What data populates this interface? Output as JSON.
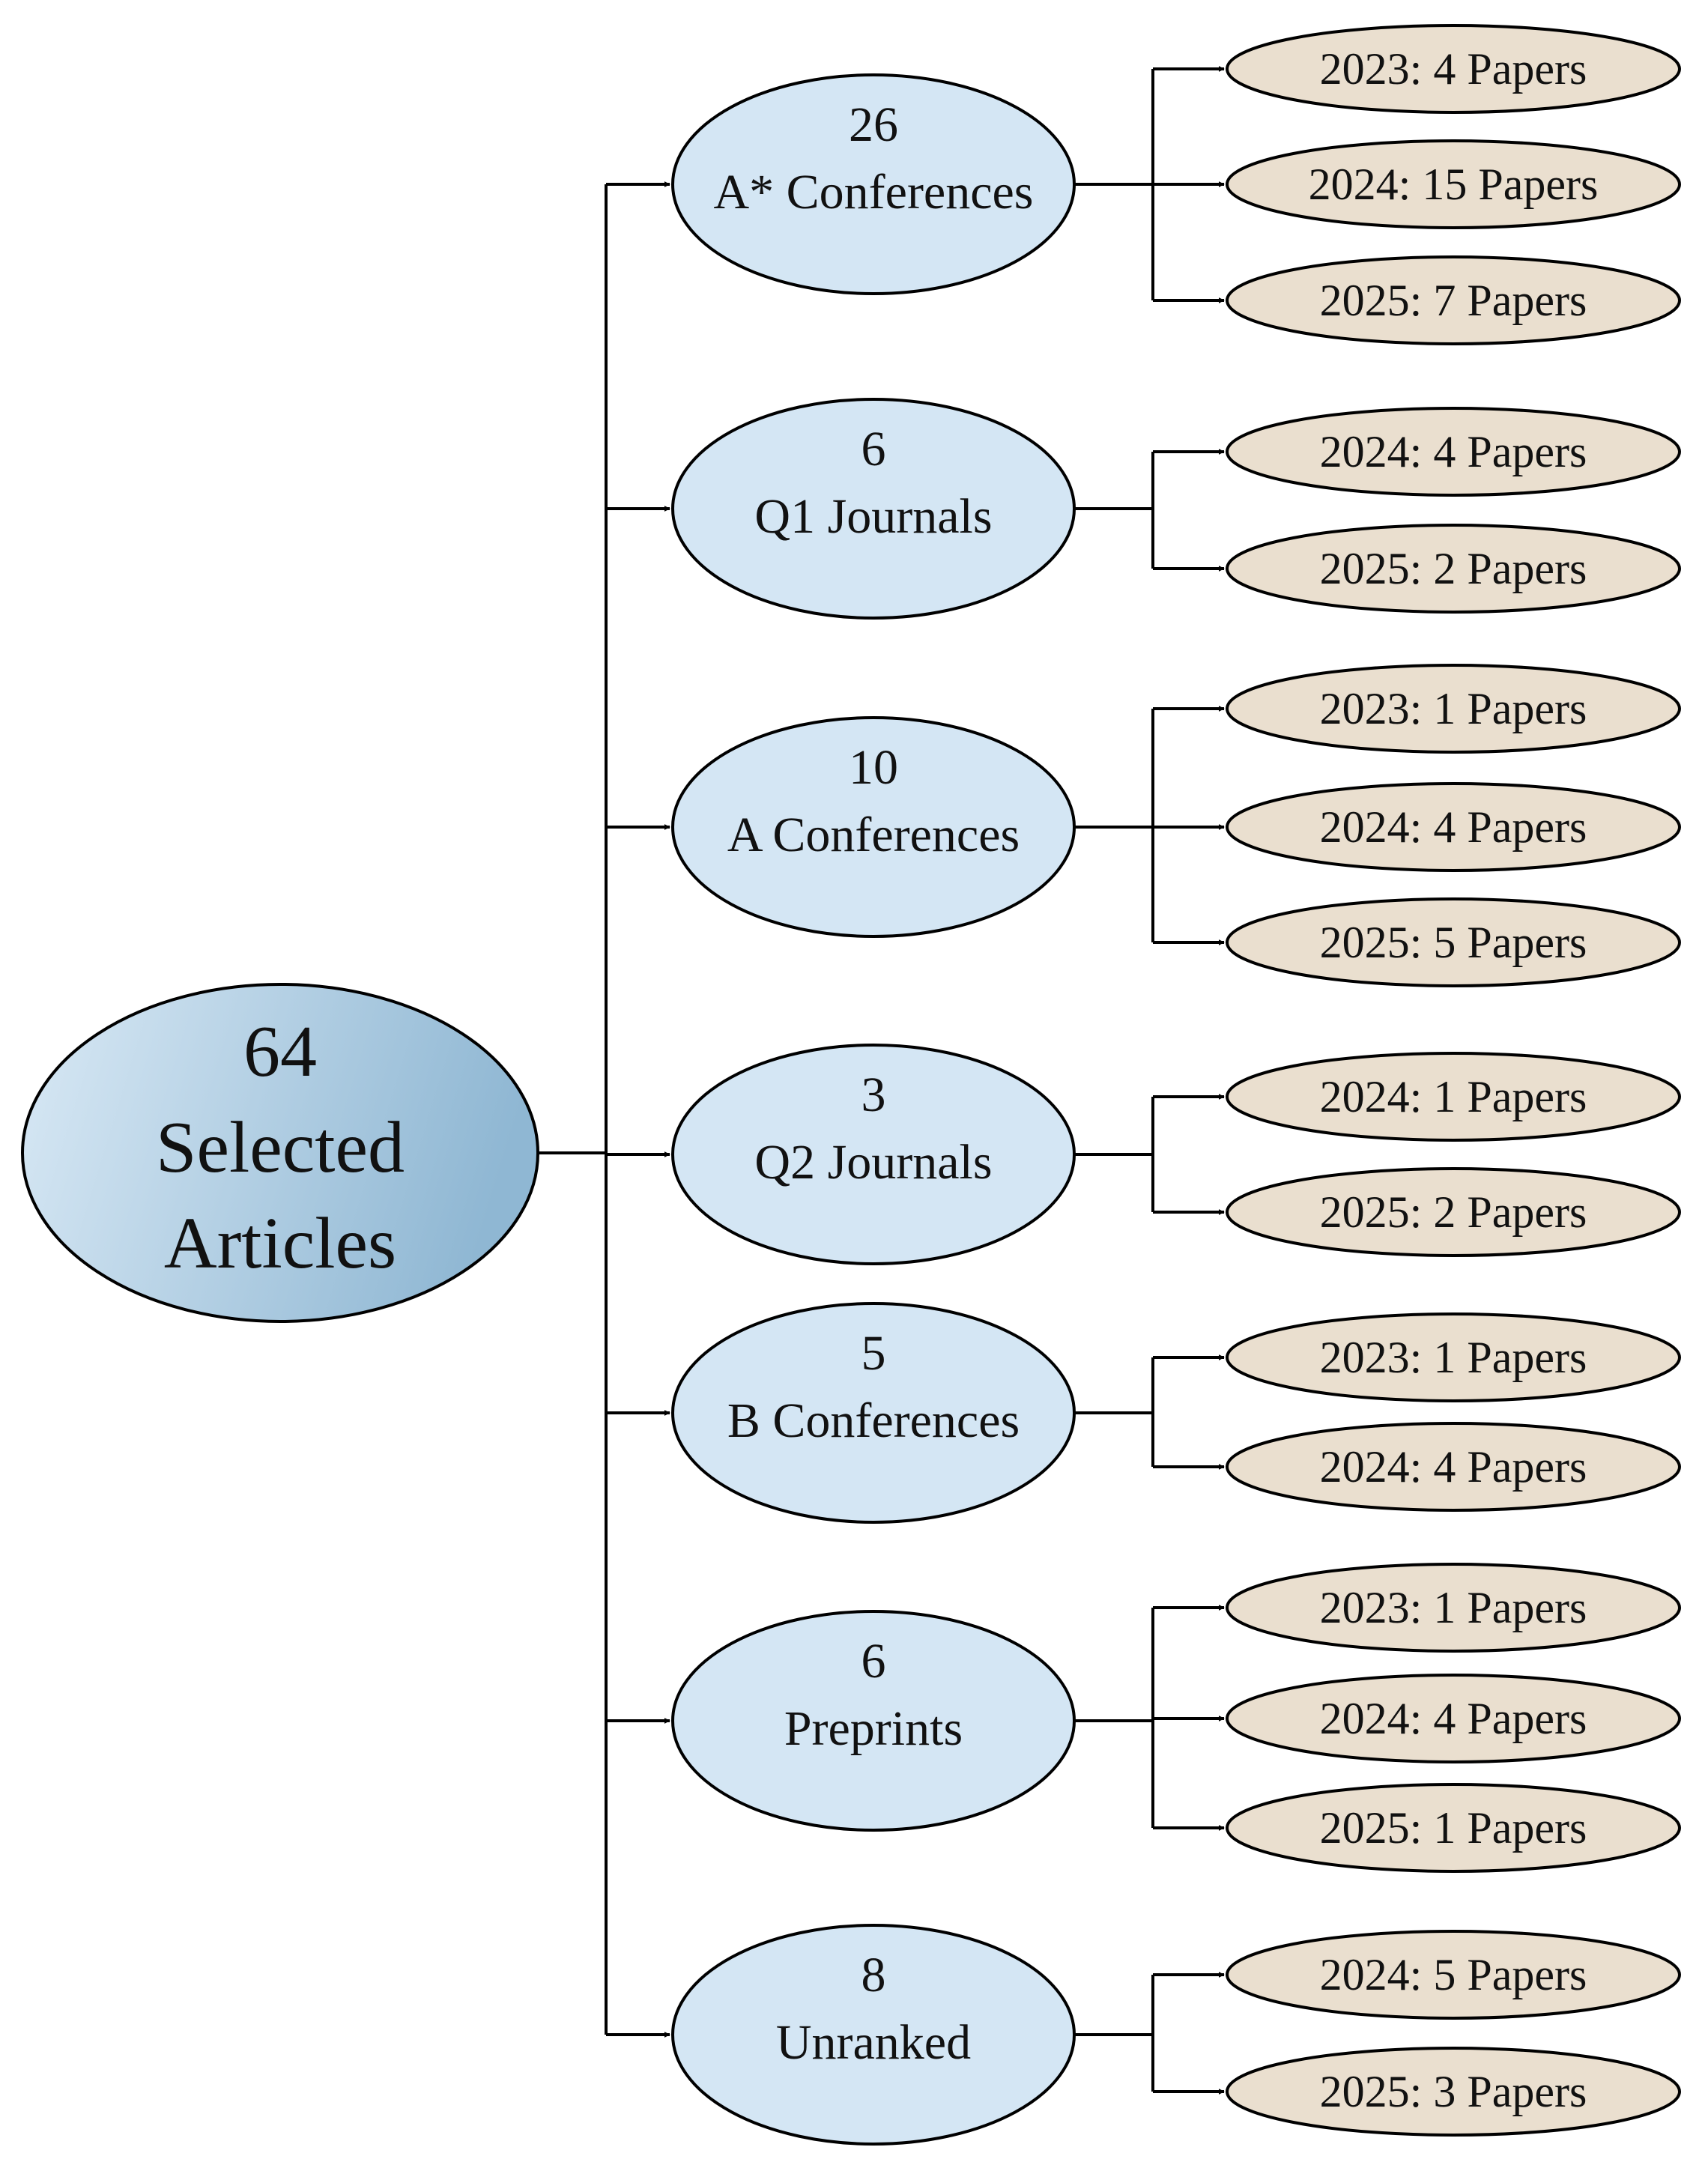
{
  "root": {
    "count": "64",
    "line1": "Selected",
    "line2": "Articles"
  },
  "categories": [
    {
      "count": "26",
      "label": "A* Conferences",
      "years": [
        "2023: 4 Papers",
        "2024: 15 Papers",
        "2025: 7 Papers"
      ]
    },
    {
      "count": "6",
      "label": "Q1 Journals",
      "years": [
        "2024: 4 Papers",
        "2025: 2 Papers"
      ]
    },
    {
      "count": "10",
      "label": "A Conferences",
      "years": [
        "2023: 1 Papers",
        "2024: 4 Papers",
        "2025: 5 Papers"
      ]
    },
    {
      "count": "3",
      "label": "Q2 Journals",
      "years": [
        "2024: 1 Papers",
        "2025: 2 Papers"
      ]
    },
    {
      "count": "5",
      "label": "B Conferences",
      "years": [
        "2023: 1 Papers",
        "2024: 4 Papers"
      ]
    },
    {
      "count": "6",
      "label": "Preprints",
      "years": [
        "2023: 1 Papers",
        "2024: 4 Papers",
        "2025: 1 Papers"
      ]
    },
    {
      "count": "8",
      "label": "Unranked",
      "years": [
        "2024: 5 Papers",
        "2025: 3 Papers"
      ]
    }
  ],
  "colors": {
    "root_fill_light": "#d9e9f5",
    "root_fill_dark": "#8fb7d3",
    "category_fill": "#d4e6f4",
    "leaf_fill": "#eadfcf",
    "stroke": "#000000"
  }
}
